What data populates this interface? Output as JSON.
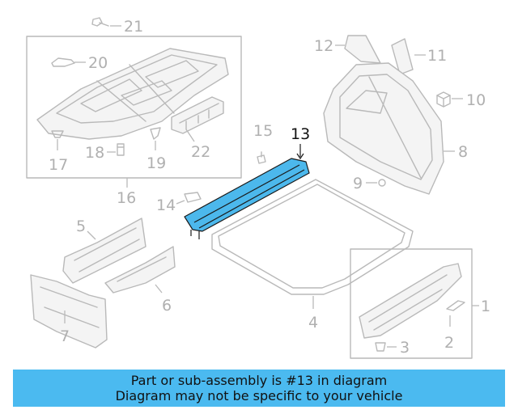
{
  "callouts": {
    "c1": "1",
    "c2": "2",
    "c3": "3",
    "c4": "4",
    "c5": "5",
    "c6": "6",
    "c7": "7",
    "c8": "8",
    "c9": "9",
    "c10": "10",
    "c11": "11",
    "c12": "12",
    "c13": "13",
    "c14": "14",
    "c15": "15",
    "c16": "16",
    "c17": "17",
    "c18": "18",
    "c19": "19",
    "c20": "20",
    "c21": "21",
    "c22": "22"
  },
  "highlighted_part": "13",
  "colors": {
    "highlight": "#4cb8ec",
    "banner": "#4bbaf0",
    "line": "#b9b9b9"
  },
  "banner": {
    "line1": "Part or sub-assembly is #13 in diagram",
    "line2": "Diagram may not be specific to your vehicle"
  }
}
